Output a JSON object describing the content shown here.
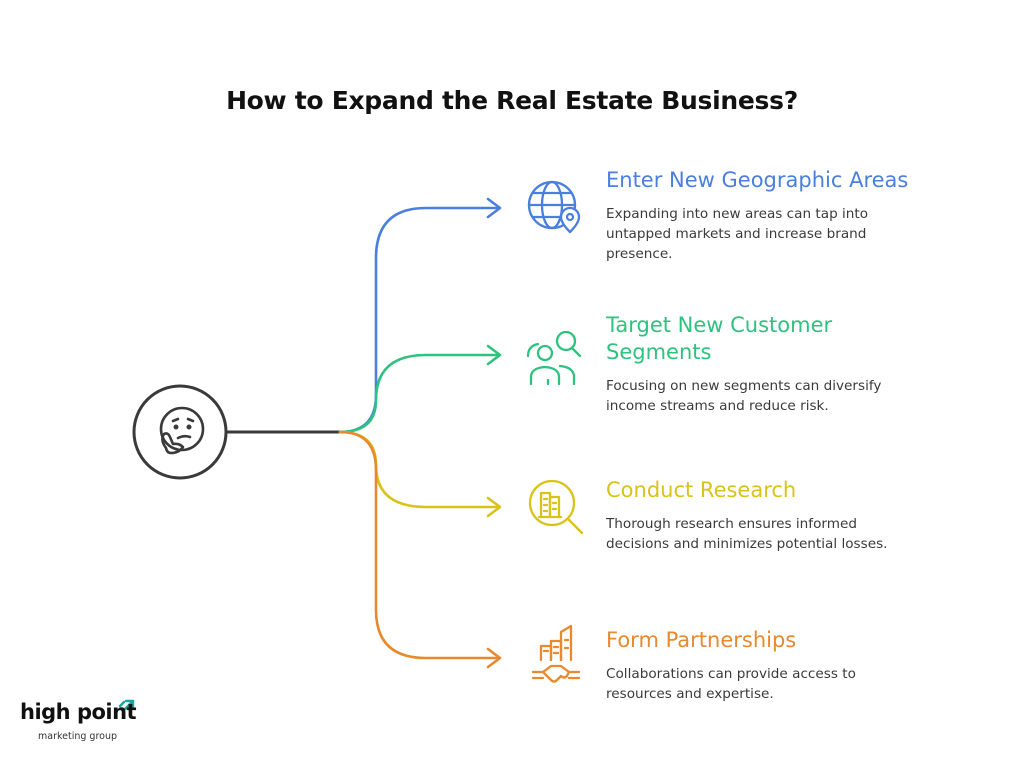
{
  "title": "How to Expand the Real Estate Business?",
  "center": {
    "icon": "thinking-face-icon"
  },
  "branches": [
    {
      "title": "Enter New Geographic Areas",
      "description_lines": [
        "Expanding into new areas can tap into",
        "untapped markets and increase brand",
        "presence."
      ],
      "icon": "globe-location-icon",
      "color": "#4a7fe0"
    },
    {
      "title_lines": [
        "Target New Customer",
        "Segments"
      ],
      "description_lines": [
        "Focusing on new segments can diversify",
        "income streams and reduce risk."
      ],
      "icon": "people-search-icon",
      "color": "#2ec27e"
    },
    {
      "title": "Conduct Research",
      "description_lines": [
        "Thorough research ensures informed",
        "decisions and minimizes potential losses."
      ],
      "icon": "building-magnifier-icon",
      "color": "#d9c21a"
    },
    {
      "title": "Form Partnerships",
      "description_lines": [
        "Collaborations can provide access to",
        "resources and expertise."
      ],
      "icon": "buildings-handshake-icon",
      "color": "#e8892e"
    }
  ],
  "connector_color": "#3a3a3a",
  "logo": {
    "main": "high point",
    "sub": "marketing group",
    "accent": "#1aa6a0"
  }
}
